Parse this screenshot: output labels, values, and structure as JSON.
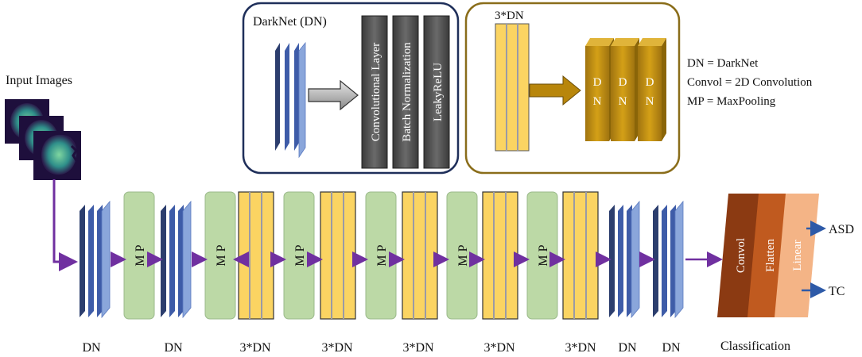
{
  "input": {
    "label": "Input Images"
  },
  "darknet_panel": {
    "title": "DarkNet (DN)",
    "layers": [
      "Convolutional Layer",
      "Batch Normalization",
      "LeakyReLU"
    ]
  },
  "triple_panel": {
    "title": "3*DN",
    "block_letters": [
      "D",
      "N"
    ]
  },
  "legend": {
    "items": [
      "DN = DarkNet",
      "Convol = 2D Convolution",
      "MP = MaxPooling"
    ]
  },
  "pipeline": {
    "mp_label": "M P",
    "labels": {
      "dn": "DN",
      "triple": "3*DN",
      "classification": "Classification"
    }
  },
  "classifier": {
    "layers": [
      "Convol",
      "Flatten",
      "Linear"
    ],
    "outputs": [
      "ASD",
      "TC"
    ]
  },
  "colors": {
    "dn_dark": "#2c3e6e",
    "dn_mid": "#3e5ca8",
    "dn_light": "#8aa6db",
    "mp_fill": "#bcd9a6",
    "triple_fill": "#fbd462",
    "triple_line": "#9a9aa6",
    "gold": "#b8860b",
    "arrow_purple": "#7030a0",
    "panel_navy": "#1f2f5a",
    "panel_gold": "#8a6d1a",
    "convol": "#8b3a12",
    "flatten": "#c05a1f",
    "linear": "#f4b486",
    "output_arrow": "#2e5aa8"
  }
}
